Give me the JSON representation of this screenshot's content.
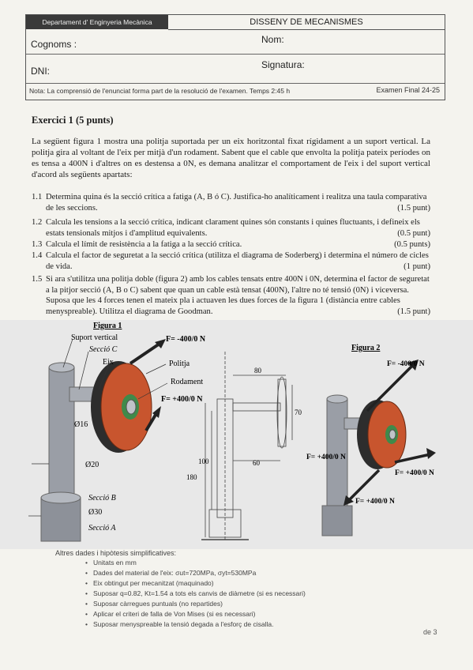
{
  "header": {
    "department": "Departament d' Enginyeria Mecànica",
    "course": "DISSENY DE MECANISMES",
    "cognoms_label": "Cognoms :",
    "nom_label": "Nom:",
    "dni_label": "DNI:",
    "signatura_label": "Signatura:",
    "note": "Nota: La comprensió de l'enunciat forma part de la resolució de l'examen. Temps 2:45 h",
    "exam": "Examen Final 24-25"
  },
  "exercise": {
    "title": "Exercici 1   (5 punts)",
    "intro": "La següent figura 1 mostra una politja suportada per un eix horitzontal fixat rígidament a un suport vertical. La politja gira al voltant de l'eix per mitjà d'un rodament. Sabent que el cable que envolta la politja pateix períodes on es tensa a 400N i d'altres on es destensa a 0N, es demana analitzar el comportament de l'eix i del suport vertical d'acord als següents apartats:",
    "items": [
      {
        "num": "1.1",
        "text": "Determina quina és la secció crítica a fatiga (A, B ó C). Justifica-ho analíticament i realitza una taula comparativa de les seccions.",
        "points": "(1.5 punt)"
      },
      {
        "num": "1.2",
        "text": "Calcula les tensions a la secció crítica, indicant clarament quines són constants i quines fluctuants, i defineix els estats tensionals mitjos i d'amplitud equivalents.",
        "points": "(0.5 punt)"
      },
      {
        "num": "1.3",
        "text": "Calcula el límit de resistència a la fatiga a la secció crítica.",
        "points": "(0.5 punts)"
      },
      {
        "num": "1.4",
        "text": "Calcula el factor de seguretat a la secció crítica (utilitza el diagrama de Soderberg) i determina el número de cicles de vida.",
        "points": "(1 punt)"
      },
      {
        "num": "1.5",
        "text": "Si ara s'utilitza una politja doble (figura 2) amb los cables tensats entre 400N i 0N, determina el factor de seguretat a la pitjor secció (A, B o C) sabent que quan un cable està tensat (400N), l'altre no té tensió (0N) i viceversa. Suposa que les 4 forces tenen el mateix pla i actuaven les dues forces de la figura 1 (distància entre cables menyspreable). Utilitza el diagrama de Goodman.",
        "points": "(1.5 punt)"
      }
    ]
  },
  "figure1": {
    "caption": "Figura 1",
    "labels": {
      "suport": "Suport vertical",
      "seccioC": "Secció C",
      "eix": "Eix",
      "politja": "Politja",
      "rodament": "Rodament",
      "f_top": "F= -400/0 N",
      "f_bottom": "F= +400/0 N",
      "d16": "Ø16",
      "d20": "Ø20",
      "seccioB": "Secció B",
      "d30": "Ø30",
      "seccioA": "Secció A"
    }
  },
  "drawing": {
    "dim_80": "80",
    "dim_70": "70",
    "dim_60": "60",
    "dim_100": "100",
    "dim_180": "180"
  },
  "figure2": {
    "caption": "Figura 2",
    "f1": "F= -400/0 N",
    "f2": "F= +400/0 N",
    "f3": "F= +400/0 N",
    "f4": "F= +400/0 N"
  },
  "hypotheses": {
    "title": "Altres dades i hipòtesis simplificatives:",
    "items": [
      "Unitats en mm",
      "Dades del material de l'eix: σut=720MPa, σyt=530MPa",
      "Eix obtingut per mecanitzat (maquinado)",
      "Suposar q=0.82, Kt=1.54 a tots els canvis de diàmetre (si es necessari)",
      "Suposar càrregues puntuals (no repartides)",
      "Aplicar el criteri de falla de Von Mises (si es necessari)",
      "Suposar menyspreable la tensió degada a l'esforç de cisalla."
    ]
  },
  "page_number": "de 3"
}
